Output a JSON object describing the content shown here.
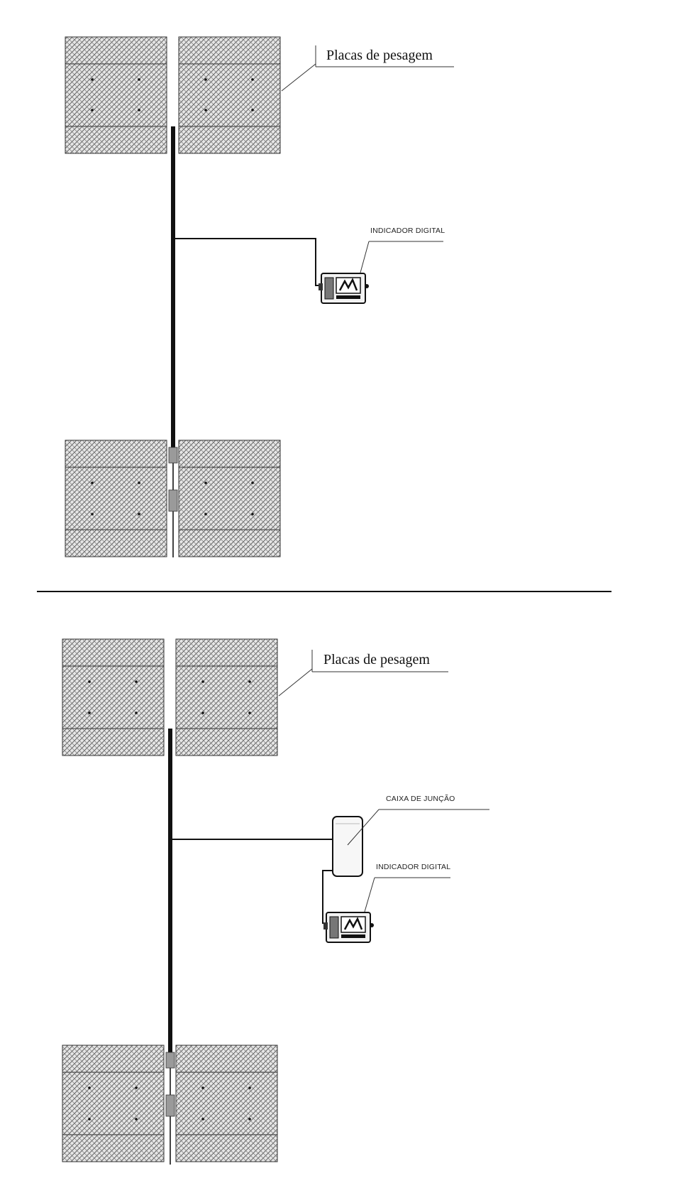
{
  "diagram_top": {
    "weighing_plates_label": "Placas de pesagem",
    "indicator_label": "INDICADOR DIGITAL"
  },
  "diagram_bottom": {
    "weighing_plates_label": "Placas de pesagem",
    "junction_box_label": "CAIXA DE JUNÇÃO",
    "indicator_label": "INDICADOR DIGITAL"
  },
  "icons": {
    "plate": "weighing-plate-icon",
    "indicator": "digital-indicator-icon",
    "junction_box": "junction-box-icon"
  },
  "colors": {
    "line": "#111111",
    "plate_stroke": "#333333",
    "plate_fill": "#d9d9d9"
  }
}
